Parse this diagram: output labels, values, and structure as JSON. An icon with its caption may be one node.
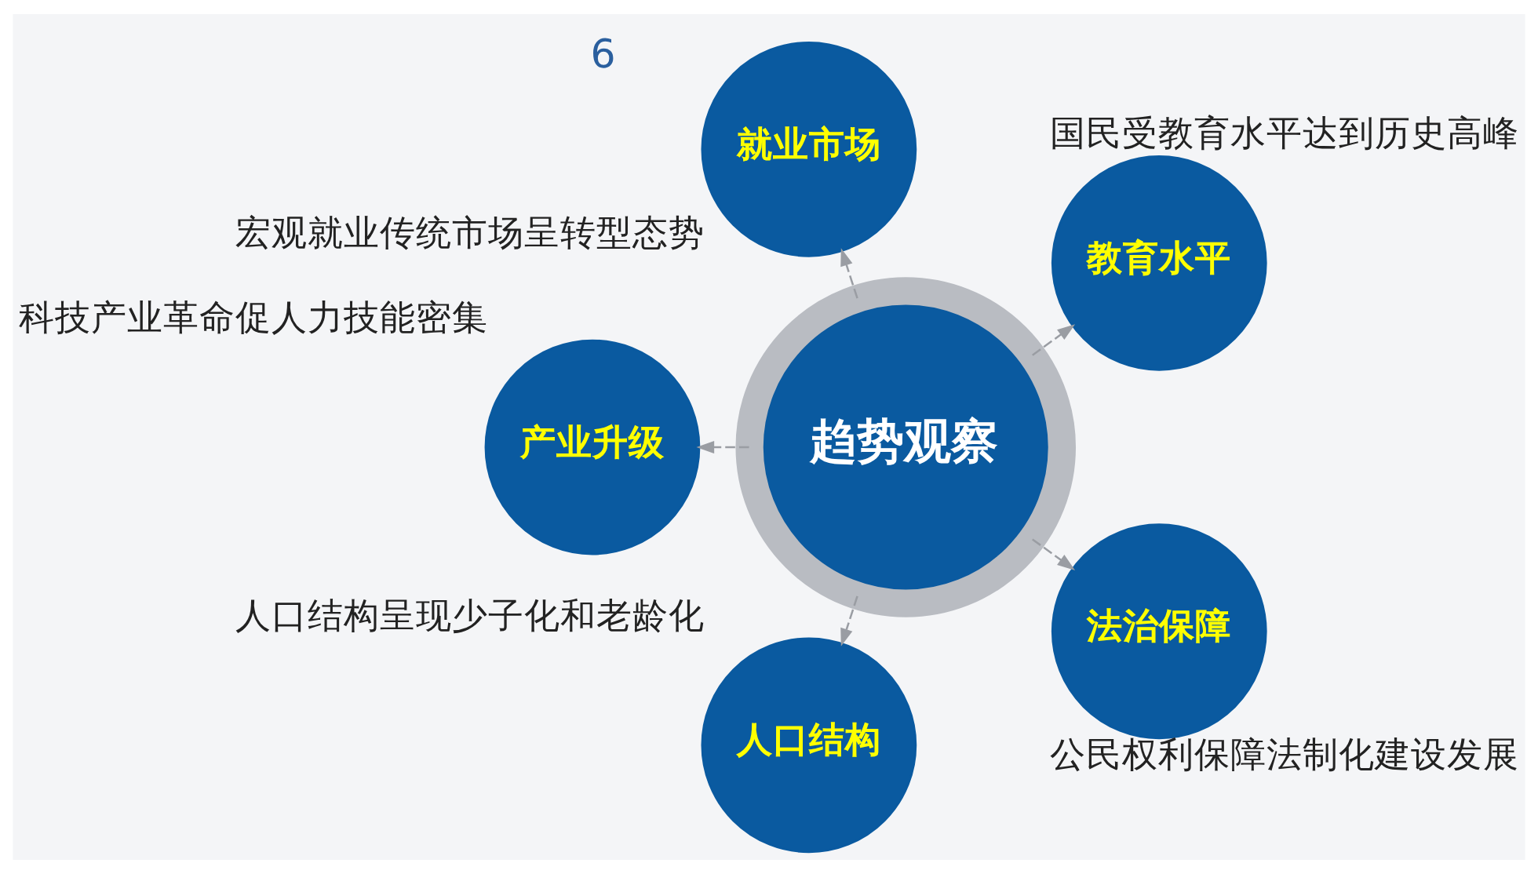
{
  "diagram": {
    "nodes": [
      {
        "text": [
          "趋势观察"
        ]
      },
      {
        "text": [
          "教育水平"
        ],
        "beside": [
          "国民受教育水平达到历史高峰"
        ]
      },
      {
        "text": [
          "就业市场"
        ],
        "beside": [
          "宏观就业传统市场呈转型态势"
        ]
      },
      {
        "text": [
          "产业升级"
        ],
        "beside": [
          "科技产业革命促人力技能密集"
        ]
      },
      {
        "text": [
          "人口结构"
        ],
        "beside": [
          "人口结构呈现少子化和老龄化"
        ]
      },
      {
        "text": [
          "法治保障"
        ],
        "beside": [
          "公民权利保障法制化建设发展"
        ]
      }
    ],
    "edges": [
      {
        "from": 0,
        "to": 1,
        "arrow": "to",
        "style": "dashed"
      },
      {
        "from": 0,
        "to": 2,
        "arrow": "to",
        "style": "dashed"
      },
      {
        "from": 0,
        "to": 3,
        "arrow": "to",
        "style": "dashed"
      },
      {
        "from": 0,
        "to": 4,
        "arrow": "to",
        "style": "dashed"
      },
      {
        "from": 0,
        "to": 5,
        "arrow": "to",
        "style": "dashed"
      }
    ],
    "labels": [
      "6"
    ]
  }
}
